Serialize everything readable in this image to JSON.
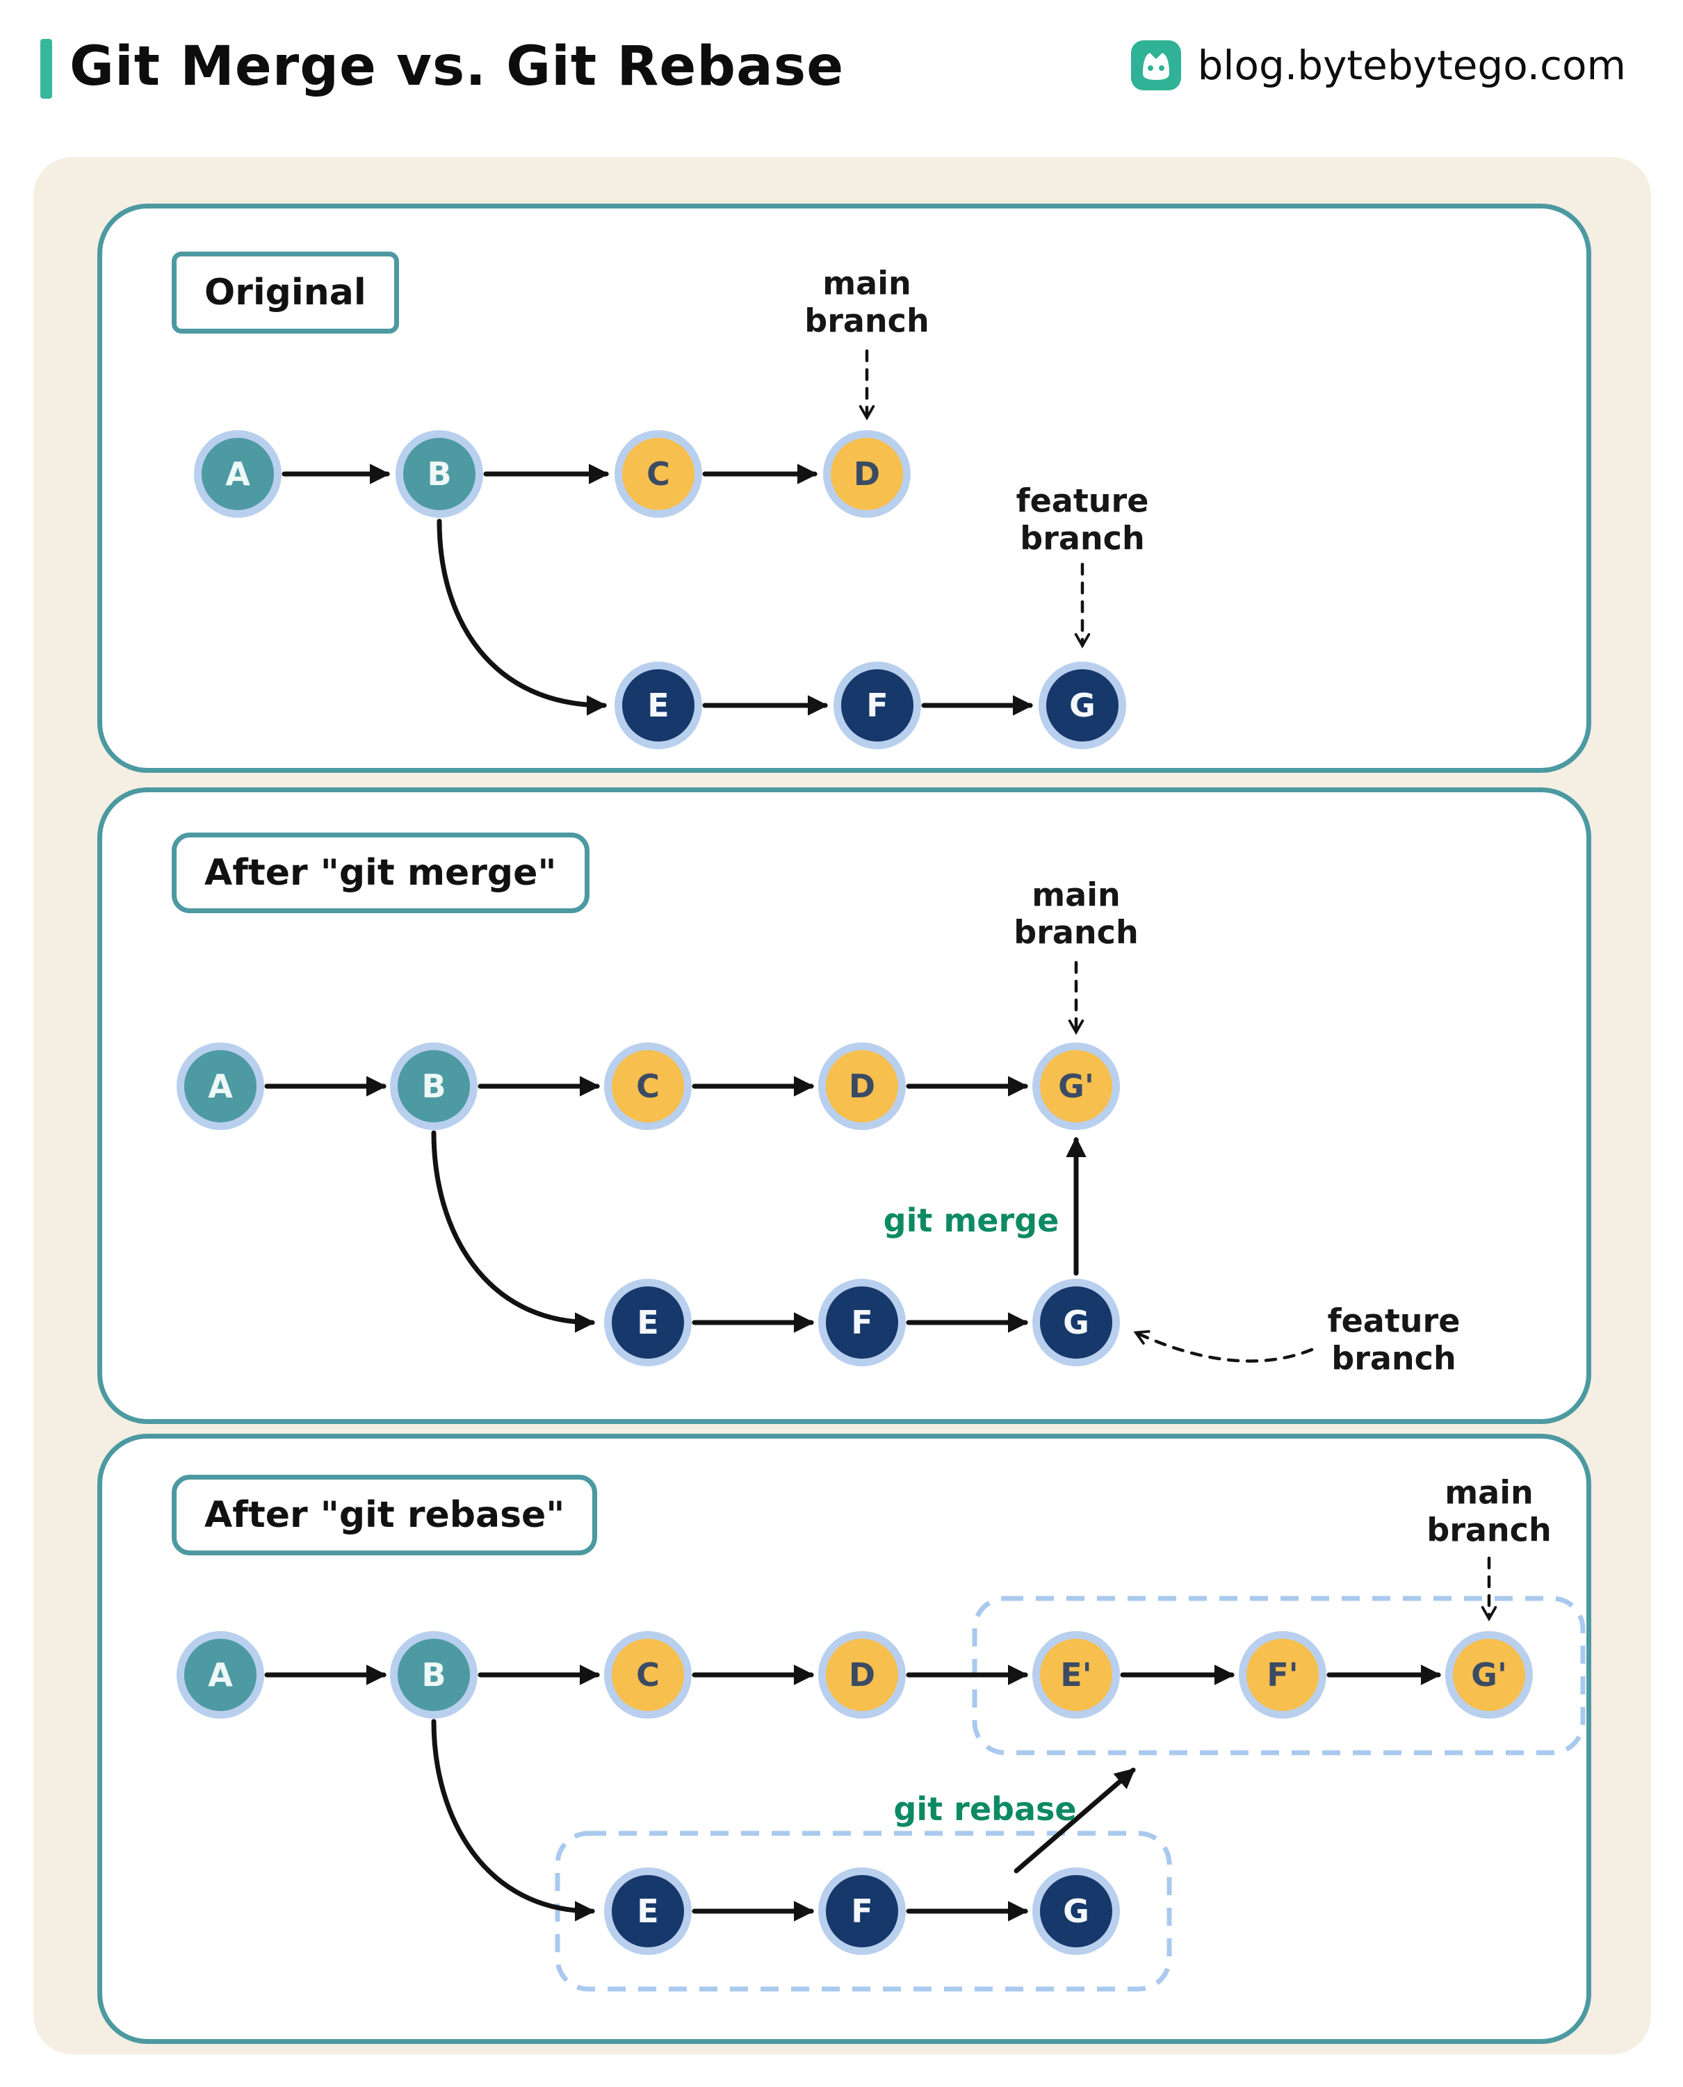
{
  "header": {
    "title": "Git Merge vs. Git Rebase",
    "site": "blog.bytebytego.com",
    "logo": "bytebytego-owl-logo"
  },
  "colors": {
    "accent_teal": "#35b79b",
    "panel_border_teal": "#4c99a1",
    "background_cream": "#f4efe2",
    "node_halo_blue": "#b9cfee",
    "node_teal": "#4d9aa3",
    "node_yellow": "#f7bf4e",
    "node_navy": "#16386b",
    "action_green": "#0d8a62",
    "dashed_box_blue": "#a9c9ee",
    "arrow_black": "#121212"
  },
  "panels": [
    {
      "title": "Original",
      "main_row": [
        "A",
        "B",
        "C",
        "D"
      ],
      "feature_row": [
        "E",
        "F",
        "G"
      ],
      "labels": {
        "main": "main branch",
        "feature": "feature branch"
      }
    },
    {
      "title": "After \"git merge\"",
      "main_row": [
        "A",
        "B",
        "C",
        "D",
        "G'"
      ],
      "feature_row": [
        "E",
        "F",
        "G"
      ],
      "labels": {
        "main": "main branch",
        "feature": "feature branch",
        "action": "git merge"
      }
    },
    {
      "title": "After \"git rebase\"",
      "main_row": [
        "A",
        "B",
        "C",
        "D",
        "E'",
        "F'",
        "G'"
      ],
      "feature_row": [
        "E",
        "F",
        "G"
      ],
      "labels": {
        "main": "main branch",
        "action": "git rebase"
      }
    }
  ]
}
